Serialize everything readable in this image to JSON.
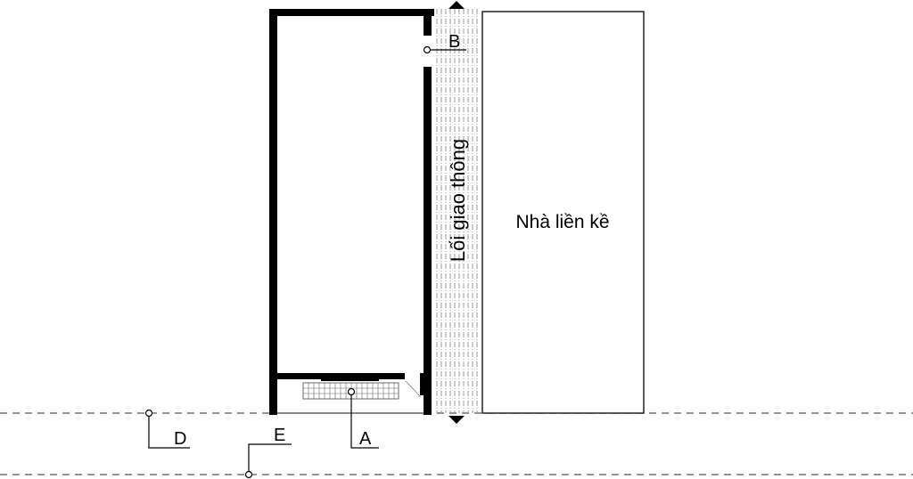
{
  "labels": {
    "passage": "Lối giao thông",
    "neighbor_house": "Nhà liền kề",
    "marker_a": "A",
    "marker_b": "B",
    "marker_d": "D",
    "marker_e": "E"
  },
  "colors": {
    "ink": "#000000",
    "hatch": "#9a9a9a",
    "paper": "#ffffff"
  }
}
